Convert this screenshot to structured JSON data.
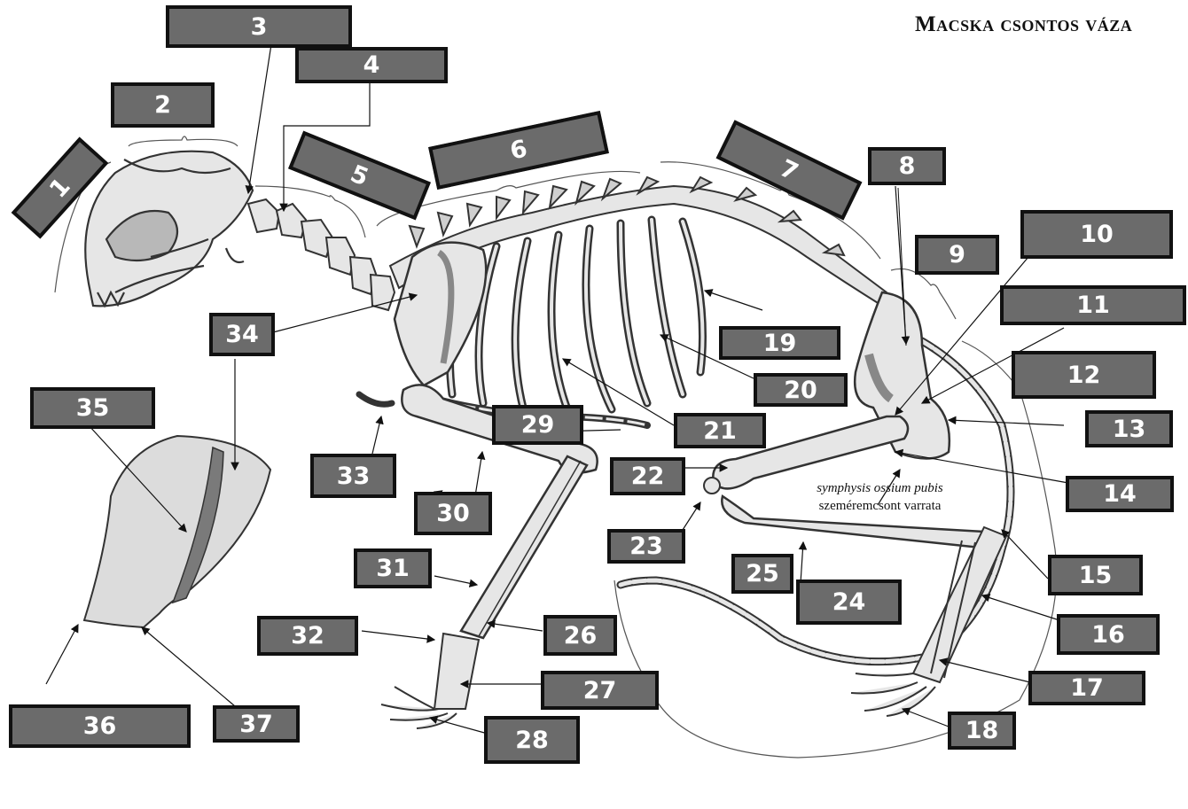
{
  "title": "Macska csontos váza",
  "labels": [
    "1",
    "2",
    "3",
    "4",
    "5",
    "6",
    "7",
    "8",
    "9",
    "10",
    "11",
    "12",
    "13",
    "14",
    "15",
    "16",
    "17",
    "18",
    "19",
    "20",
    "21",
    "22",
    "23",
    "24",
    "25",
    "26",
    "27",
    "28",
    "29",
    "30",
    "31",
    "32",
    "33",
    "34",
    "35",
    "36",
    "37"
  ],
  "symphysis": {
    "latin": "symphysis ossium pubis",
    "hungarian": "szeméremcsont varrata"
  },
  "colors": {
    "label_fill": "#6b6b6b",
    "label_border": "#111111",
    "bone_light": "#e6e6e6",
    "bone_mid": "#b8b8b8",
    "outline": "#333333"
  }
}
